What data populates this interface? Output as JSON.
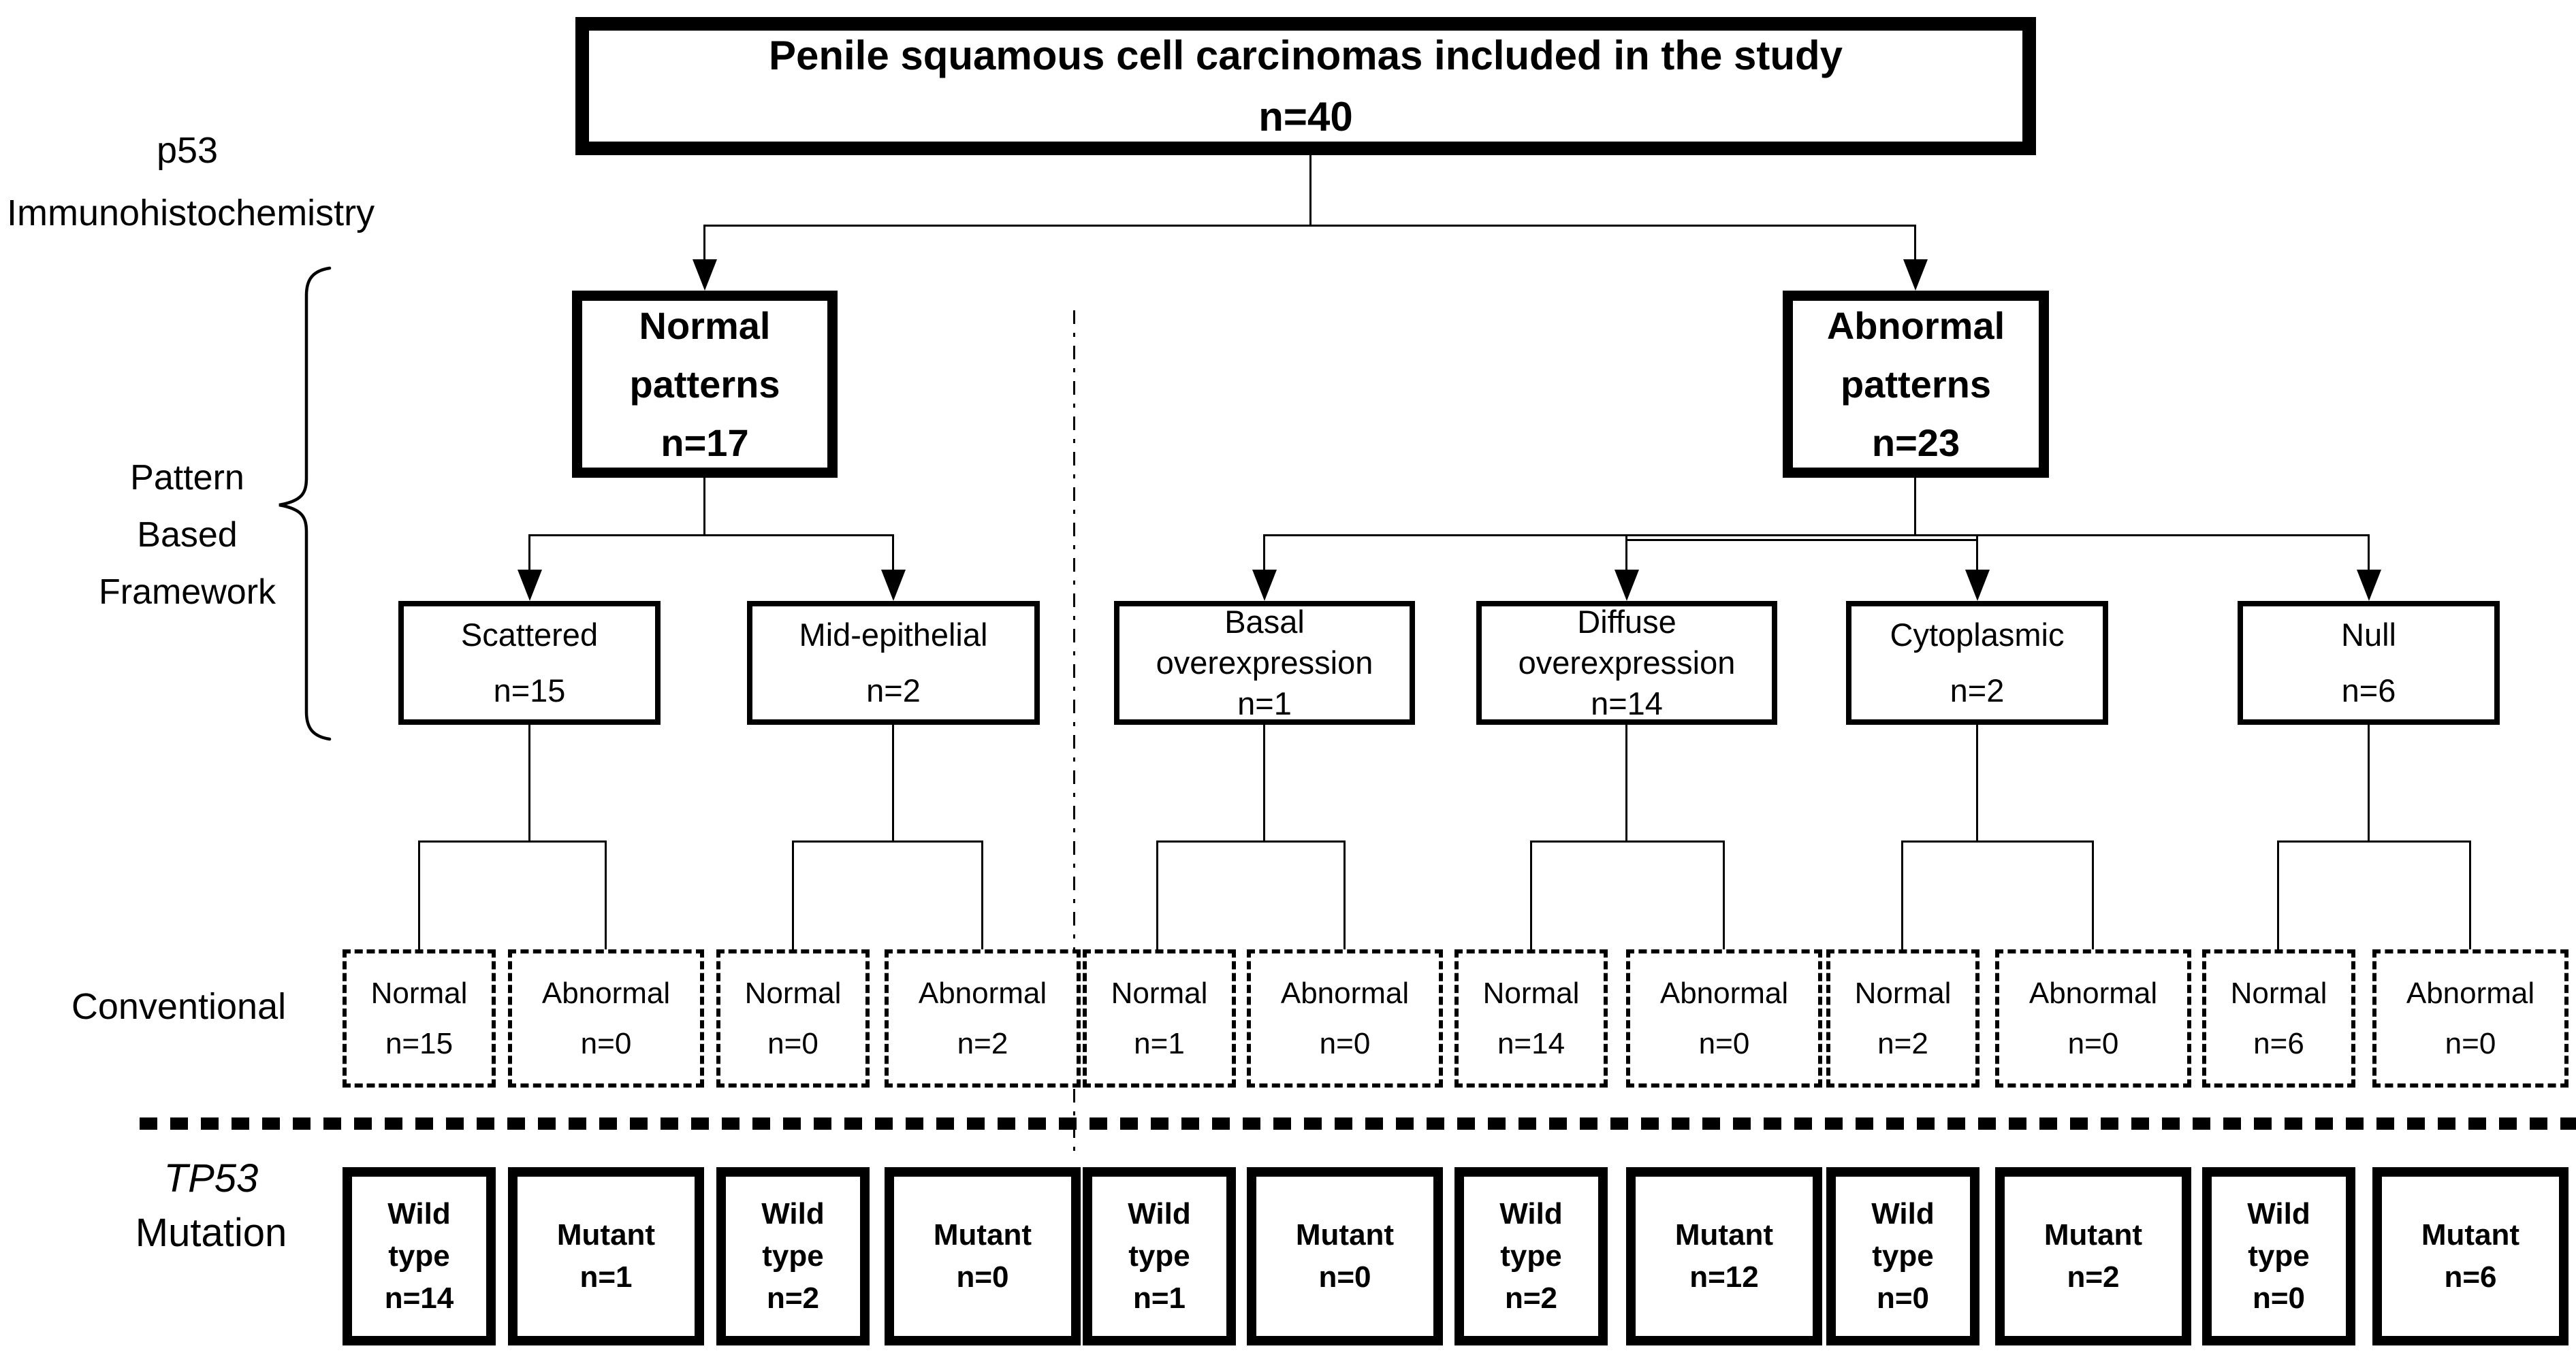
{
  "title": {
    "line1": "Penile squamous cell carcinomas included in the study",
    "n": "n=40"
  },
  "labels": {
    "ihc1": "p53",
    "ihc2": "Immunohistochemistry",
    "pbf1": "Pattern",
    "pbf2": "Based",
    "pbf3": "Framework",
    "conventional": "Conventional",
    "tp53_gene": "TP53",
    "tp53_word": "Mutation"
  },
  "level2": [
    {
      "line1": "Normal",
      "line2": "patterns",
      "n": "n=17"
    },
    {
      "line1": "Abnormal",
      "line2": "patterns",
      "n": "n=23"
    }
  ],
  "level3": [
    {
      "line1": "Scattered",
      "n": "n=15"
    },
    {
      "line1": "Mid-epithelial",
      "n": "n=2"
    },
    {
      "line1": "Basal",
      "line2": "overexpression",
      "n": "n=1"
    },
    {
      "line1": "Diffuse",
      "line2": "overexpression",
      "n": "n=14"
    },
    {
      "line1": "Cytoplasmic",
      "n": "n=2"
    },
    {
      "line1": "Null",
      "n": "n=6"
    }
  ],
  "conventional_row": [
    {
      "label": "Normal",
      "n": "n=15"
    },
    {
      "label": "Abnormal",
      "n": "n=0"
    },
    {
      "label": "Normal",
      "n": "n=0"
    },
    {
      "label": "Abnormal",
      "n": "n=2"
    },
    {
      "label": "Normal",
      "n": "n=1"
    },
    {
      "label": "Abnormal",
      "n": "n=0"
    },
    {
      "label": "Normal",
      "n": "n=14"
    },
    {
      "label": "Abnormal",
      "n": "n=0"
    },
    {
      "label": "Normal",
      "n": "n=2"
    },
    {
      "label": "Abnormal",
      "n": "n=0"
    },
    {
      "label": "Normal",
      "n": "n=6"
    },
    {
      "label": "Abnormal",
      "n": "n=0"
    }
  ],
  "tp53_row": [
    {
      "line1": "Wild",
      "line2": "type",
      "n": "n=14"
    },
    {
      "line1": "Mutant",
      "n": "n=1"
    },
    {
      "line1": "Wild",
      "line2": "type",
      "n": "n=2"
    },
    {
      "line1": "Mutant",
      "n": "n=0"
    },
    {
      "line1": "Wild",
      "line2": "type",
      "n": "n=1"
    },
    {
      "line1": "Mutant",
      "n": "n=0"
    },
    {
      "line1": "Wild",
      "line2": "type",
      "n": "n=2"
    },
    {
      "line1": "Mutant",
      "n": "n=12"
    },
    {
      "line1": "Wild",
      "line2": "type",
      "n": "n=0"
    },
    {
      "line1": "Mutant",
      "n": "n=2"
    },
    {
      "line1": "Wild",
      "line2": "type",
      "n": "n=0"
    },
    {
      "line1": "Mutant",
      "n": "n=6"
    }
  ],
  "colors": {
    "line": "#000000",
    "background": "#ffffff"
  }
}
